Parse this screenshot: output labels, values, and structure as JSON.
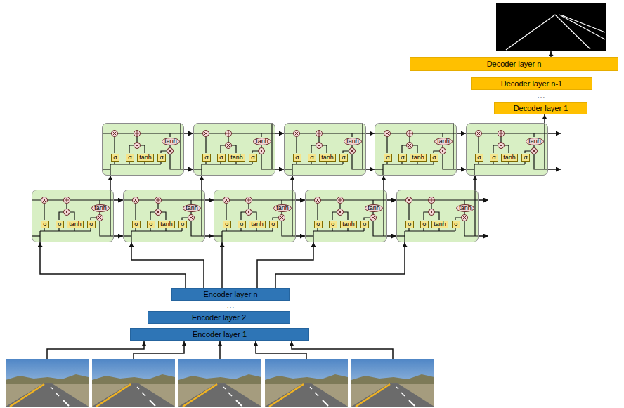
{
  "diagram": {
    "nodes": [
      {
        "text": [
          "Decoder layer n"
        ]
      },
      {
        "text": [
          "Decoder layer n-1"
        ]
      },
      {
        "text": [
          "Decoder layer 1"
        ]
      },
      {
        "text": []
      },
      {
        "text": [
          "tanh"
        ],
        "in": 3
      },
      {
        "text": [
          "σ"
        ],
        "in": 3
      },
      {
        "text": [
          "σ"
        ],
        "in": 3
      },
      {
        "text": [
          "tanh"
        ],
        "in": 3
      },
      {
        "text": [
          "σ"
        ],
        "in": 3
      },
      {
        "text": []
      },
      {
        "text": [
          "tanh"
        ],
        "in": 9
      },
      {
        "text": [
          "σ"
        ],
        "in": 9
      },
      {
        "text": [
          "σ"
        ],
        "in": 9
      },
      {
        "text": [
          "tanh"
        ],
        "in": 9
      },
      {
        "text": [
          "σ"
        ],
        "in": 9
      },
      {
        "text": []
      },
      {
        "text": [
          "tanh"
        ],
        "in": 15
      },
      {
        "text": [
          "σ"
        ],
        "in": 15
      },
      {
        "text": [
          "σ"
        ],
        "in": 15
      },
      {
        "text": [
          "tanh"
        ],
        "in": 15
      },
      {
        "text": [
          "σ"
        ],
        "in": 15
      },
      {
        "text": []
      },
      {
        "text": [
          "tanh"
        ],
        "in": 21
      },
      {
        "text": [
          "σ"
        ],
        "in": 21
      },
      {
        "text": [
          "σ"
        ],
        "in": 21
      },
      {
        "text": [
          "tanh"
        ],
        "in": 21
      },
      {
        "text": [
          "σ"
        ],
        "in": 21
      },
      {
        "text": []
      },
      {
        "text": [
          "tanh"
        ],
        "in": 27
      },
      {
        "text": [
          "σ"
        ],
        "in": 27
      },
      {
        "text": [
          "σ"
        ],
        "in": 27
      },
      {
        "text": [
          "tanh"
        ],
        "in": 27
      },
      {
        "text": [
          "σ"
        ],
        "in": 27
      },
      {
        "text": []
      },
      {
        "text": [
          "tanh"
        ],
        "in": 33
      },
      {
        "text": [
          "σ"
        ],
        "in": 33
      },
      {
        "text": [
          "σ"
        ],
        "in": 33
      },
      {
        "text": [
          "tanh"
        ],
        "in": 33
      },
      {
        "text": [
          "σ"
        ],
        "in": 33
      },
      {
        "text": []
      },
      {
        "text": [
          "tanh"
        ],
        "in": 39
      },
      {
        "text": [
          "σ"
        ],
        "in": 39
      },
      {
        "text": [
          "σ"
        ],
        "in": 39
      },
      {
        "text": [
          "tanh"
        ],
        "in": 39
      },
      {
        "text": [
          "σ"
        ],
        "in": 39
      },
      {
        "text": []
      },
      {
        "text": [
          "tanh"
        ],
        "in": 45
      },
      {
        "text": [
          "σ"
        ],
        "in": 45
      },
      {
        "text": [
          "σ"
        ],
        "in": 45
      },
      {
        "text": [
          "tanh"
        ],
        "in": 45
      },
      {
        "text": [
          "σ"
        ],
        "in": 45
      },
      {
        "text": []
      },
      {
        "text": [
          "tanh"
        ],
        "in": 51
      },
      {
        "text": [
          "σ"
        ],
        "in": 51
      },
      {
        "text": [
          "σ"
        ],
        "in": 51
      },
      {
        "text": [
          "tanh"
        ],
        "in": 51
      },
      {
        "text": [
          "σ"
        ],
        "in": 51
      },
      {
        "text": []
      },
      {
        "text": [
          "tanh"
        ],
        "in": 57
      },
      {
        "text": [
          "σ"
        ],
        "in": 57
      },
      {
        "text": [
          "σ"
        ],
        "in": 57
      },
      {
        "text": [
          "tanh"
        ],
        "in": 57
      },
      {
        "text": [
          "σ"
        ],
        "in": 57
      },
      {
        "text": [
          "Encoder layer n"
        ]
      },
      {
        "text": [
          "Encoder layer 2"
        ]
      },
      {
        "text": [
          "Encoder layer 1"
        ]
      }
    ],
    "edges": [
      {
        "from": 63,
        "to": 33,
        "arrow": "to"
      },
      {
        "from": 63,
        "to": 39,
        "arrow": "to"
      },
      {
        "from": 63,
        "to": 45,
        "arrow": "to"
      },
      {
        "from": 63,
        "to": 51,
        "arrow": "to"
      },
      {
        "from": 63,
        "to": 57,
        "arrow": "to"
      },
      {
        "from": 33,
        "to": 39,
        "arrow": "to"
      },
      {
        "from": 33,
        "to": 39,
        "arrow": "to"
      },
      {
        "from": 39,
        "to": 45,
        "arrow": "to"
      },
      {
        "from": 39,
        "to": 45,
        "arrow": "to"
      },
      {
        "from": 45,
        "to": 51,
        "arrow": "to"
      },
      {
        "from": 45,
        "to": 51,
        "arrow": "to"
      },
      {
        "from": 51,
        "to": 57,
        "arrow": "to"
      },
      {
        "from": 51,
        "to": 57,
        "arrow": "to"
      },
      {
        "from": 33,
        "to": 3,
        "arrow": "to"
      },
      {
        "from": 39,
        "to": 9,
        "arrow": "to"
      },
      {
        "from": 45,
        "to": 15,
        "arrow": "to"
      },
      {
        "from": 51,
        "to": 21,
        "arrow": "to"
      },
      {
        "from": 57,
        "to": 27,
        "arrow": "to"
      },
      {
        "from": 3,
        "to": 9,
        "arrow": "to"
      },
      {
        "from": 3,
        "to": 9,
        "arrow": "to"
      },
      {
        "from": 9,
        "to": 15,
        "arrow": "to"
      },
      {
        "from": 9,
        "to": 15,
        "arrow": "to"
      },
      {
        "from": 15,
        "to": 21,
        "arrow": "to"
      },
      {
        "from": 15,
        "to": 21,
        "arrow": "to"
      },
      {
        "from": 21,
        "to": 27,
        "arrow": "to"
      },
      {
        "from": 21,
        "to": 27,
        "arrow": "to"
      },
      {
        "from": 27,
        "to": 2,
        "arrow": "to"
      }
    ],
    "labels": [
      "…",
      "…"
    ]
  }
}
